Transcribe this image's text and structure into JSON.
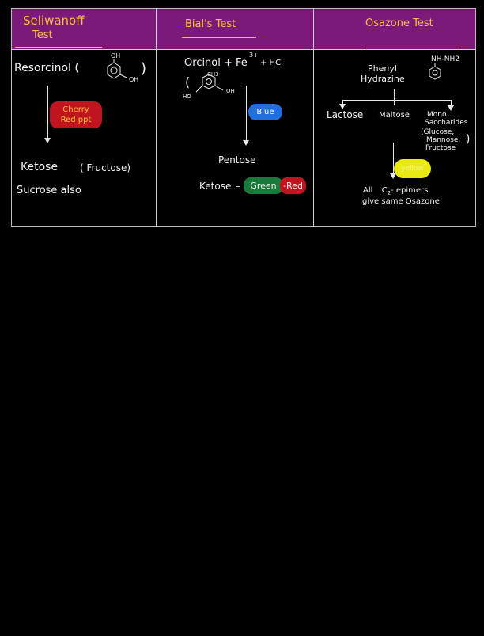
{
  "colors": {
    "header_band": "#7b1a78",
    "header_text": "#f7c23a",
    "cherry_red": "#c2141e",
    "cherry_red_text": "#f7c23a",
    "blue_pill": "#1f6fe0",
    "green_pill": "#1a7a3a",
    "red_pill": "#c2141e",
    "yellow_pill": "#e9ea14"
  },
  "headers": {
    "seliwanoff_line1": "Seliwanoff",
    "seliwanoff_line2": "Test",
    "bial": "Bial's Test",
    "osazone": "Osazone Test"
  },
  "seliwanoff": {
    "reagent": "Resorcinol (",
    "reagent_close": ")",
    "oh_top": "OH",
    "oh_right": "OH",
    "result_line1": "Cherry",
    "result_line2": "Red ppt",
    "ketose": "Ketose",
    "fructose": "( Fructose)",
    "sucrose": "Sucrose also"
  },
  "bial": {
    "reagent": "Orcinol + Fe",
    "fe_charge": "3+",
    "hcl": "+ HCl",
    "ch3": "CH3",
    "oh_right": "OH",
    "ho_left": "HO",
    "paren": "(",
    "blue": "Blue",
    "pentose": "Pentose",
    "ketose": "Ketose",
    "dash": "–",
    "green": "Green",
    "red": "-Red"
  },
  "osazone": {
    "phenyl": "Phenyl",
    "hydrazine": "Hydrazine",
    "nh_nh2": "NH-NH2",
    "lactose": "Lactose",
    "maltose": "Maltose",
    "mono_line1": "Mono",
    "mono_line2": "Saccharides",
    "mono_line3": "(Glucose,",
    "mono_line4": "Mannose,",
    "mono_line5": "Fructose",
    "mono_close": ")",
    "yellow": "yellow",
    "note_line1_pre": "All",
    "note_c2": "C",
    "note_sub": "2",
    "note_line1_post": "- epimers.",
    "note_line2": "give same Osazone"
  }
}
